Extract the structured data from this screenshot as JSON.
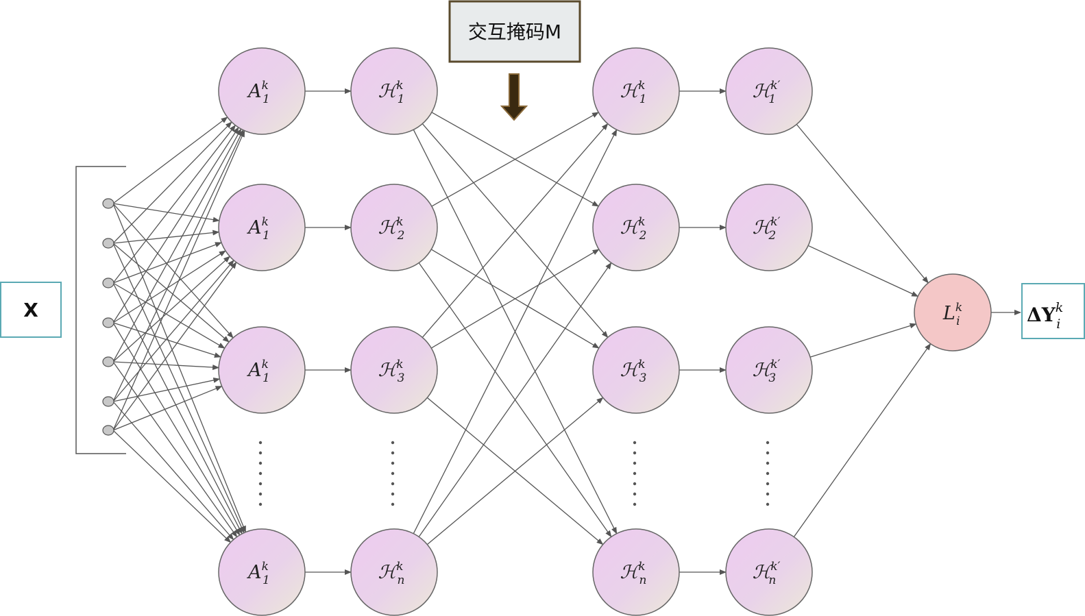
{
  "input_box": {
    "label": "X"
  },
  "mask_box": {
    "label": "交互掩码M"
  },
  "output_box": {
    "label": "ΔY",
    "sup": "k",
    "sub": "i"
  },
  "loss_node": {
    "symbol": "L",
    "sup": "k",
    "sub": "i"
  },
  "columns": [
    {
      "id": "col-a",
      "nodes": [
        {
          "symbol": "A",
          "sup": "k",
          "sub": "1"
        },
        {
          "symbol": "A",
          "sup": "k",
          "sub": "1"
        },
        {
          "symbol": "A",
          "sup": "k",
          "sub": "1"
        },
        {
          "symbol": "A",
          "sup": "k",
          "sub": "1"
        }
      ]
    },
    {
      "id": "col-h",
      "nodes": [
        {
          "symbol": "ℋ",
          "sup": "k",
          "sub": "1"
        },
        {
          "symbol": "ℋ",
          "sup": "k",
          "sub": "2"
        },
        {
          "symbol": "ℋ",
          "sup": "k",
          "sub": "3"
        },
        {
          "symbol": "ℋ",
          "sup": "k",
          "sub": "n"
        }
      ]
    },
    {
      "id": "col-h-masked",
      "nodes": [
        {
          "symbol": "ℋ",
          "sup": "k",
          "sub": "1"
        },
        {
          "symbol": "ℋ",
          "sup": "k",
          "sub": "2"
        },
        {
          "symbol": "ℋ",
          "sup": "k",
          "sub": "3"
        },
        {
          "symbol": "ℋ",
          "sup": "k",
          "sub": "n"
        }
      ]
    },
    {
      "id": "col-h-prime",
      "nodes": [
        {
          "symbol": "ℋ",
          "sup": "k′",
          "sub": "1"
        },
        {
          "symbol": "ℋ",
          "sup": "k′",
          "sub": "2"
        },
        {
          "symbol": "ℋ",
          "sup": "k′",
          "sub": "3"
        },
        {
          "symbol": "ℋ",
          "sup": "k′",
          "sub": "n"
        }
      ]
    }
  ],
  "input_point_count": 7,
  "colors": {
    "node_fill_start": "#eecbf0",
    "node_fill_end": "#ece8d8",
    "node_stroke": "#666666",
    "loss_fill": "#f4c7c7",
    "box_teal": "#5aa9b3",
    "mask_border": "#5a4a2c",
    "mask_fill": "#e8ebec",
    "arrow_fill": "#3a2a10",
    "arrow_stroke": "#8a6a3a",
    "edge": "#555555"
  }
}
